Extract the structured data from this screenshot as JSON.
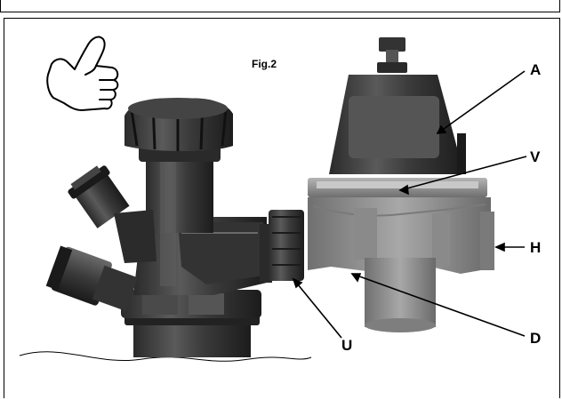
{
  "figure": {
    "caption": "Fig.2",
    "labels": {
      "A": "A",
      "V": "V",
      "H": "H",
      "D": "D",
      "U": "U"
    }
  },
  "icons": {
    "approval": "thumbs-up-icon"
  }
}
